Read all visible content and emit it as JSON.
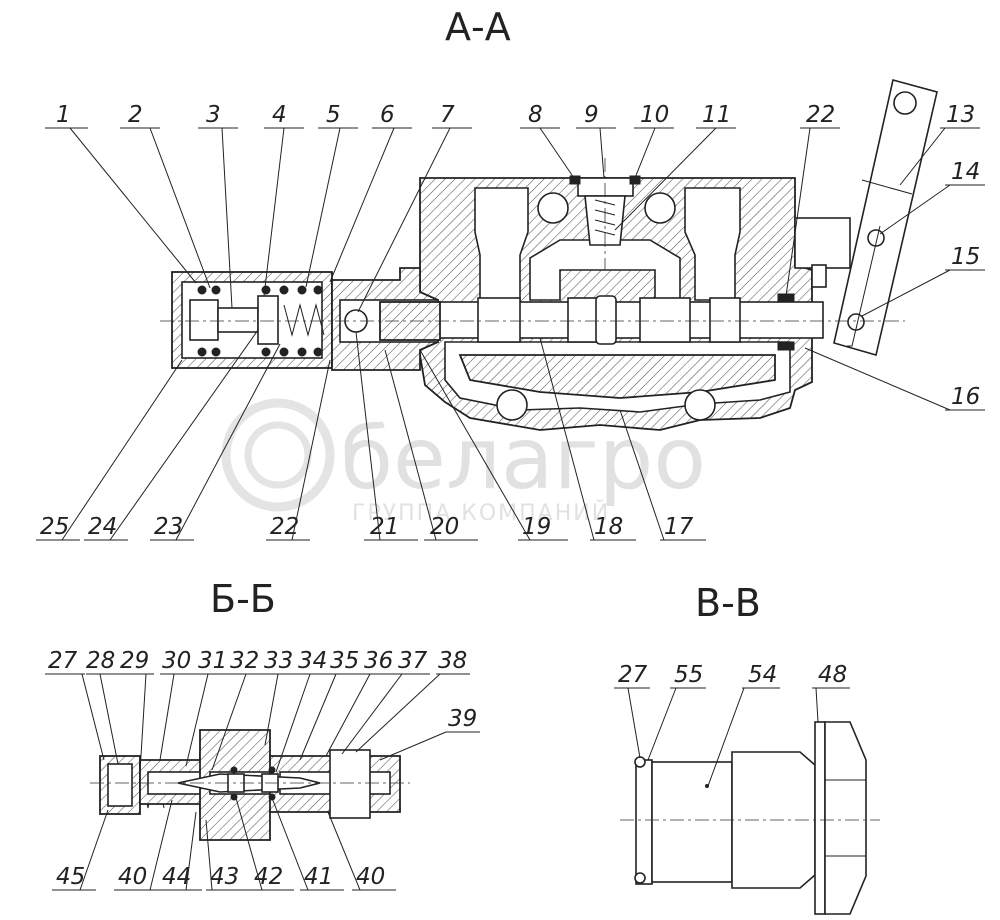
{
  "sections": {
    "aa": "А-А",
    "bb": "Б-Б",
    "vv": "В-В"
  },
  "watermark": {
    "brand": "белагро",
    "tagline": "ГРУППА КОМПАНИЙ"
  },
  "labels_aa_top": [
    "1",
    "2",
    "3",
    "4",
    "5",
    "6",
    "7",
    "8",
    "9",
    "10",
    "11",
    "22",
    "13"
  ],
  "labels_aa_right": [
    "14",
    "15",
    "16"
  ],
  "labels_aa_bottom": [
    "25",
    "24",
    "23",
    "22",
    "21",
    "20",
    "19",
    "18",
    "17"
  ],
  "labels_bb_top": [
    "27",
    "28",
    "29",
    "30",
    "31",
    "32",
    "33",
    "34",
    "35",
    "36",
    "37",
    "38",
    "39"
  ],
  "labels_bb_bottom": [
    "45",
    "40",
    "44",
    "43",
    "42",
    "41",
    "40"
  ],
  "labels_vv": [
    "27",
    "55",
    "54",
    "48"
  ]
}
